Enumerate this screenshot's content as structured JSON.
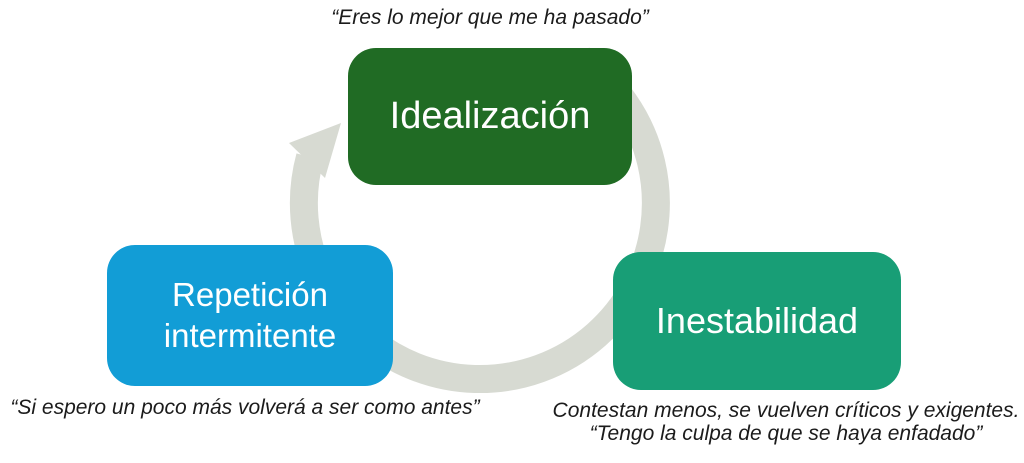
{
  "diagram": {
    "type": "cycle",
    "nodes": {
      "idealizacion": {
        "label": "Idealización",
        "quote": "“Eres lo mejor que me ha pasado”",
        "color": "#206b24"
      },
      "inestabilidad": {
        "label": "Inestabilidad",
        "caption_line1": "Contestan menos, se vuelven críticos y exigentes.",
        "caption_line2": "“Tengo la culpa de que se haya enfadado”",
        "color": "#189e76"
      },
      "repeticion": {
        "label": "Repetición intermitente",
        "quote": "“Si espero un poco más volverá a ser como antes”",
        "color": "#129dd6"
      }
    },
    "flow_order": [
      "Idealización",
      "Inestabilidad",
      "Repetición intermitente"
    ]
  },
  "colors": {
    "arrow": "#d7dad2",
    "caption_text": "#1b1b1b",
    "node_label_text": "#ffffff",
    "background": "#ffffff"
  }
}
